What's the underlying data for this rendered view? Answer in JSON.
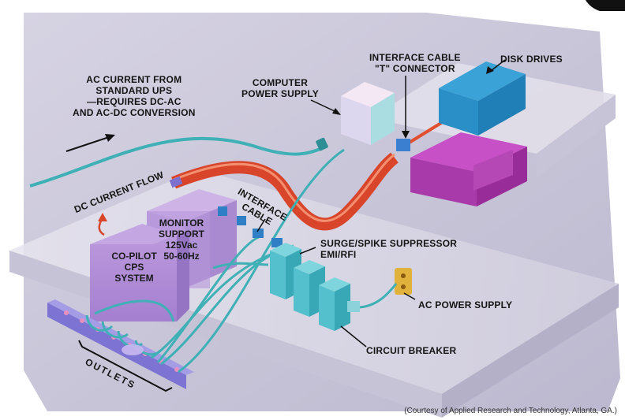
{
  "labels": {
    "ac_current": "AC CURRENT FROM\nSTANDARD UPS\n—REQUIRES DC-AC\nAND AC-DC CONVERSION",
    "computer_power_supply": "COMPUTER\nPOWER SUPPLY",
    "interface_cable_t": "INTERFACE CABLE\n\"T\" CONNECTOR",
    "disk_drives": "DISK DRIVES",
    "dc_current_flow": "DC CURRENT FLOW",
    "interface_cable": "INTERFACE\nCABLE",
    "monitor_support": "MONITOR\nSUPPORT\n125Vac\n50-60Hz",
    "co_pilot": "CO-PILOT\nCPS\nSYSTEM",
    "surge_suppressor": "SURGE/SPIKE SUPPRESSOR\nEMI/RFI",
    "ac_power_supply": "AC POWER SUPPLY",
    "circuit_breaker": "CIRCUIT BREAKER",
    "outlets": "OUTLETS"
  },
  "credit": "(Courtesy of Applied Research and Technology, Atlanta, GA.)",
  "colors": {
    "background": "#c9c6da",
    "platform": "#dcdae6",
    "cable_teal": "#3fb0b5",
    "dc_ribbon": "#e2542e",
    "purple_box": "#b68ed8",
    "blue_box": "#2a93c8",
    "magenta_box": "#b23cb0",
    "teal_box": "#56c2cf",
    "outlet_strip": "#8e84d8",
    "wall_outlet": "#e0b23c"
  }
}
